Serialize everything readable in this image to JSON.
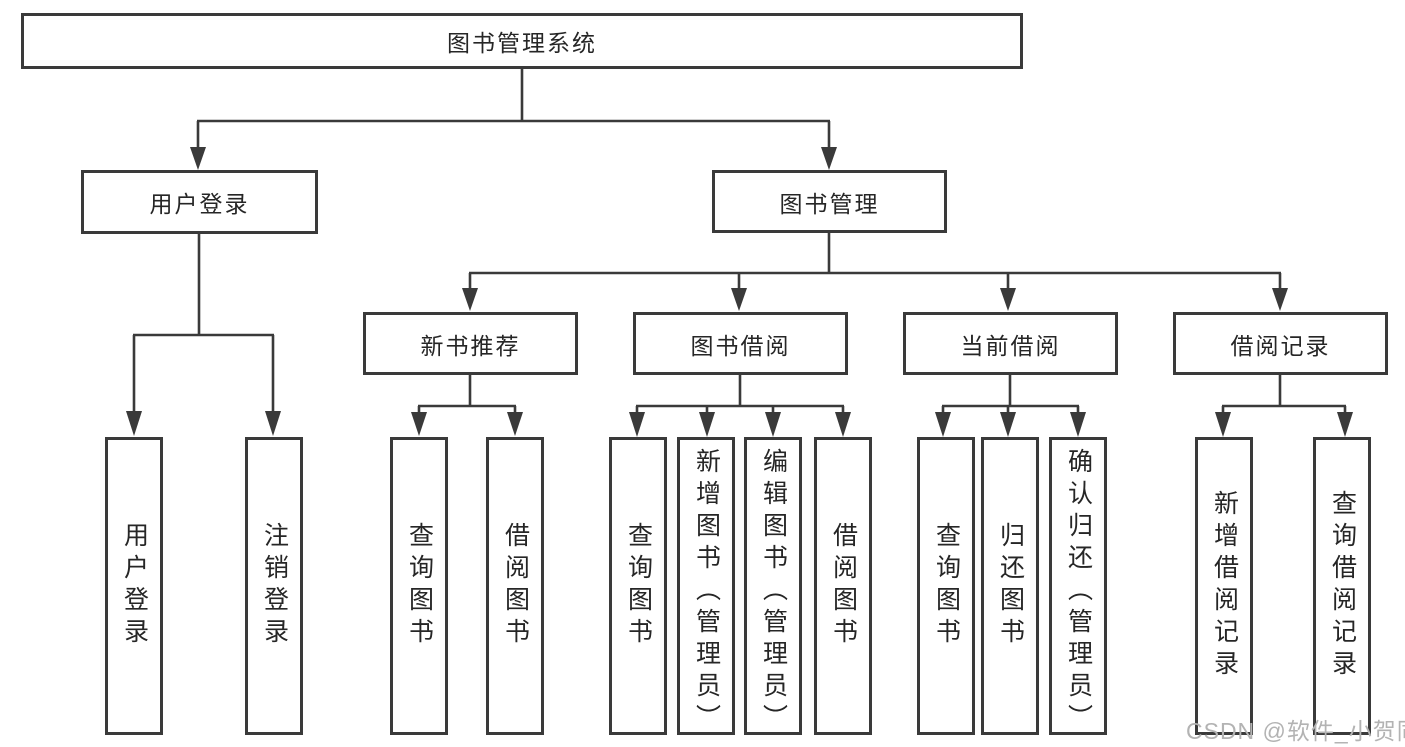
{
  "tree": {
    "root": {
      "label": "图书管理系统"
    },
    "user_login": {
      "label": "用户登录",
      "children": [
        {
          "label": "用户登录"
        },
        {
          "label": "注销登录"
        }
      ]
    },
    "book_mgmt": {
      "label": "图书管理",
      "sections": [
        {
          "label": "新书推荐",
          "children": [
            {
              "label": "查询图书"
            },
            {
              "label": "借阅图书"
            }
          ]
        },
        {
          "label": "图书借阅",
          "children": [
            {
              "label": "查询图书"
            },
            {
              "label": "新增图书（管理员）"
            },
            {
              "label": "编辑图书（管理员）"
            },
            {
              "label": "借阅图书"
            }
          ]
        },
        {
          "label": "当前借阅",
          "children": [
            {
              "label": "查询图书"
            },
            {
              "label": "归还图书"
            },
            {
              "label": "确认归还（管理员）"
            }
          ]
        },
        {
          "label": "借阅记录",
          "children": [
            {
              "label": "新增借阅记录"
            },
            {
              "label": "查询借阅记录"
            }
          ]
        }
      ]
    }
  },
  "watermark": "CSDN @软件_小贺同学",
  "colors": {
    "line": "#3a3a3a",
    "box-border": "#3a3a3a",
    "text": "#262626",
    "watermark": "#b3b3b3"
  }
}
